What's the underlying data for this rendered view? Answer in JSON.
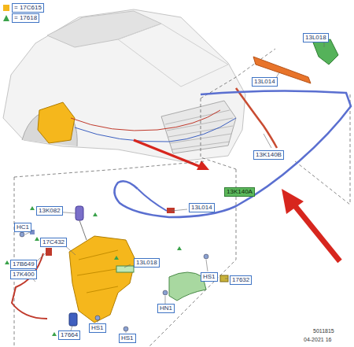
{
  "diagram": {
    "labels": [
      "13L018",
      "13L014",
      "13K140B",
      "13K140A",
      "13K082",
      "13L014",
      "HC1",
      "17C432",
      "13L018",
      "HS1",
      "17632",
      "17B649",
      "17K400",
      "HN1",
      "HS1",
      "17664",
      "HS1",
      "5011815",
      "04-2021 16"
    ],
    "legend": [
      {
        "text": "= 17C615",
        "color": "#f5b71c"
      },
      {
        "text": "= 17618"
      }
    ]
  }
}
